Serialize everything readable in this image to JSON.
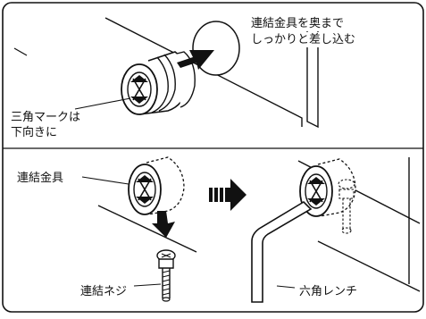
{
  "diagram": {
    "top_panel": {
      "instruction_line1": "連結金具を奥まで",
      "instruction_line2": "しっかりと差し込む",
      "mark_label_line1": "三角マークは",
      "mark_label_line2": "下向きに"
    },
    "bottom_panel": {
      "connector_label": "連結金具",
      "screw_label": "連結ネジ",
      "wrench_label": "六角レンチ"
    },
    "icons": {
      "push_arrow": "arrow-right-icon",
      "down_arrow": "arrow-down-icon",
      "transition_arrow": "striped-arrow-right-icon"
    },
    "colors": {
      "line": "#111111",
      "fill": "#ffffff",
      "arrow": "#111111"
    }
  }
}
